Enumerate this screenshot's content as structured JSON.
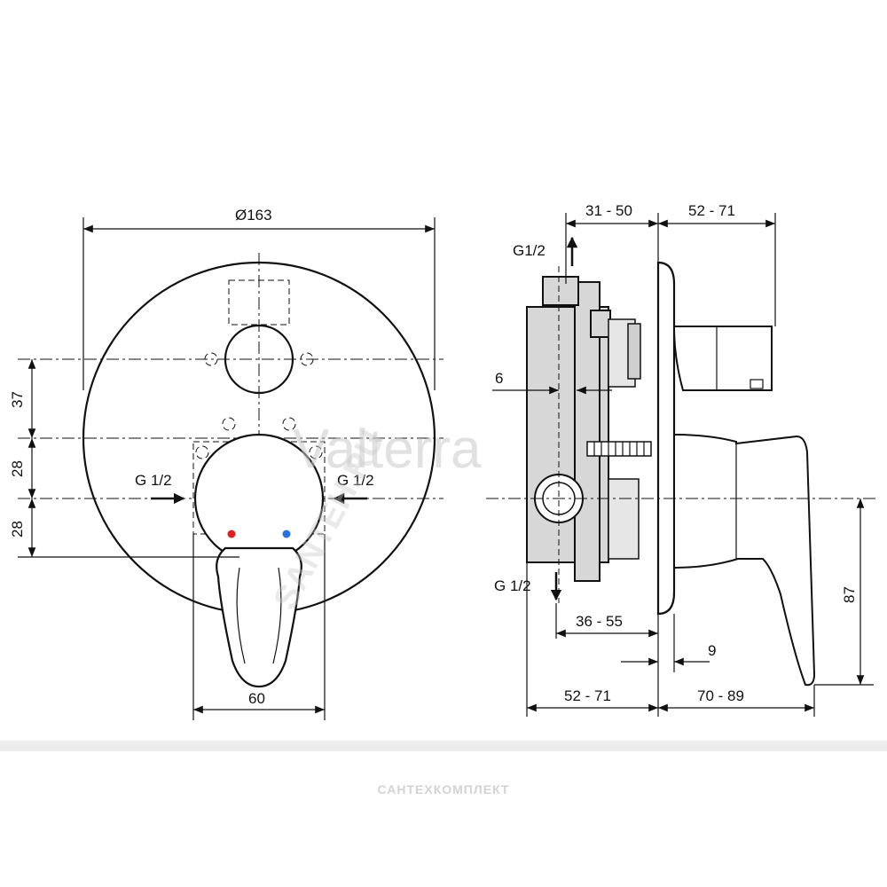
{
  "front_view": {
    "diameter_label": "Ø163",
    "dim_37": "37",
    "dim_28_upper": "28",
    "dim_28_lower": "28",
    "inlet_left": "G 1/2",
    "inlet_right": "G 1/2",
    "width_60": "60"
  },
  "side_view": {
    "dim_31_50": "31 - 50",
    "dim_52_71_top": "52 - 71",
    "outlet_top": "G1/2",
    "outlet_bottom": "G 1/2",
    "dim_6": "6",
    "dim_36_55": "36 - 55",
    "dim_9": "9",
    "dim_52_71_bottom": "52 - 71",
    "dim_70_89": "70 - 89",
    "dim_87": "87"
  },
  "watermarks": {
    "brand": "Valterra",
    "diagonal": "SANTEH.RU",
    "footer": "САНТЕХКОМПЛЕКТ"
  },
  "colors": {
    "hot_marker": "#e02020",
    "cold_marker": "#2a6fdb"
  }
}
